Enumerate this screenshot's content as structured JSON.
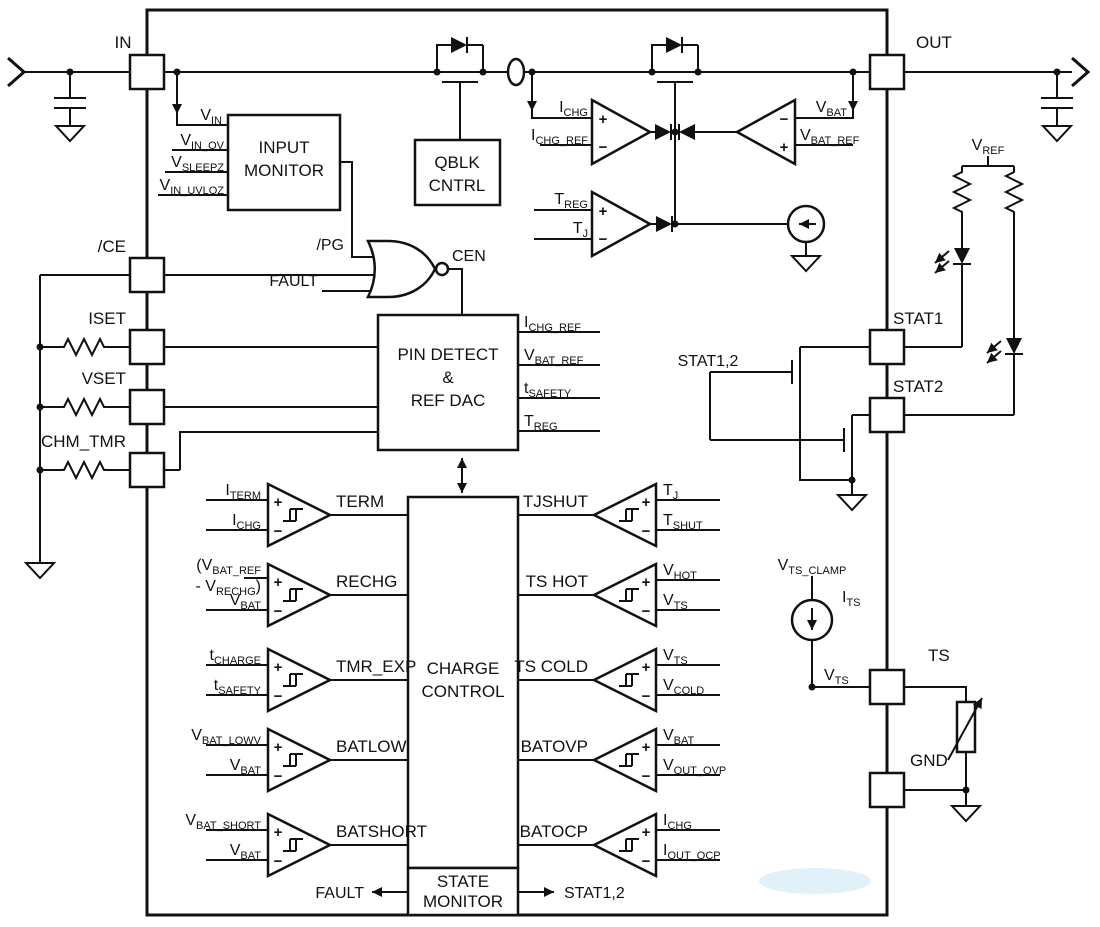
{
  "pins": {
    "in": "IN",
    "out": "OUT",
    "ce": "/CE",
    "iset": "ISET",
    "vset": "VSET",
    "chm_tmr": "CHM_TMR",
    "stat1": "STAT1",
    "stat2": "STAT2",
    "ts": "TS",
    "gnd": "GND"
  },
  "blocks": {
    "input_monitor": {
      "line1": "INPUT",
      "line2": "MONITOR"
    },
    "qblk": {
      "line1": "QBLK",
      "line2": "CNTRL"
    },
    "pin_detect": {
      "line1": "PIN DETECT",
      "line2": "&",
      "line3": "REF DAC"
    },
    "charge_control": {
      "line1": "CHARGE",
      "line2": "CONTROL"
    },
    "state_monitor": {
      "line1": "STATE",
      "line2": "MONITOR"
    }
  },
  "comparators": {
    "term": "TERM",
    "rechg": "RECHG",
    "tmr_exp": "TMR_EXP",
    "batlow": "BATLOW",
    "batshort": "BATSHORT",
    "tjshut": "TJSHUT",
    "ts_hot": "TS HOT",
    "ts_cold": "TS COLD",
    "batovp": "BATOVP",
    "batocp": "BATOCP"
  },
  "signals": {
    "vin": {
      "b": "V",
      "s": "IN"
    },
    "vin_ov": {
      "b": "V",
      "s": "IN_OV"
    },
    "vsleepz": {
      "b": "V",
      "s": "SLEEPZ"
    },
    "vin_uvloz": {
      "b": "V",
      "s": "IN_UVLOZ"
    },
    "pg": "/PG",
    "fault": "FAULT",
    "cen": "CEN",
    "ichg": {
      "b": "I",
      "s": "CHG"
    },
    "ichg_ref": {
      "b": "I",
      "s": "CHG_REF"
    },
    "treg": {
      "b": "T",
      "s": "REG"
    },
    "tj": {
      "b": "T",
      "s": "J"
    },
    "vbat": {
      "b": "V",
      "s": "BAT"
    },
    "vbat_ref": {
      "b": "V",
      "s": "BAT_REF"
    },
    "tsafety": {
      "b": "t",
      "s": "SAFETY"
    },
    "iterm": {
      "b": "I",
      "s": "TERM"
    },
    "tcharge": {
      "b": "t",
      "s": "CHARGE"
    },
    "vbat_lowv": {
      "b": "V",
      "s": "BAT_LOWV"
    },
    "vbat_short": {
      "b": "V",
      "s": "BAT_SHORT"
    },
    "tshut": {
      "b": "T",
      "s": "SHUT"
    },
    "vhot": {
      "b": "V",
      "s": "HOT"
    },
    "vts": {
      "b": "V",
      "s": "TS"
    },
    "vcold": {
      "b": "V",
      "s": "COLD"
    },
    "vout_ovp": {
      "b": "V",
      "s": "OUT_OVP"
    },
    "iout_ocp": {
      "b": "I",
      "s": "OUT_OCP"
    },
    "vref": {
      "b": "V",
      "s": "REF"
    },
    "vts_clamp": {
      "b": "V",
      "s": "TS_CLAMP"
    },
    "its": {
      "b": "I",
      "s": "TS"
    },
    "stat12": "STAT1,2",
    "plus": "+",
    "minus": "−",
    "rechg_l1b": "(V",
    "rechg_l1s": "BAT_REF",
    "rechg_l2b": "- V",
    "rechg_l2s": "RECHG",
    "rechg_l2e": ")"
  },
  "colors": {
    "line": "#111111",
    "background": "#ffffff",
    "watermark": "#d6e9f8"
  }
}
